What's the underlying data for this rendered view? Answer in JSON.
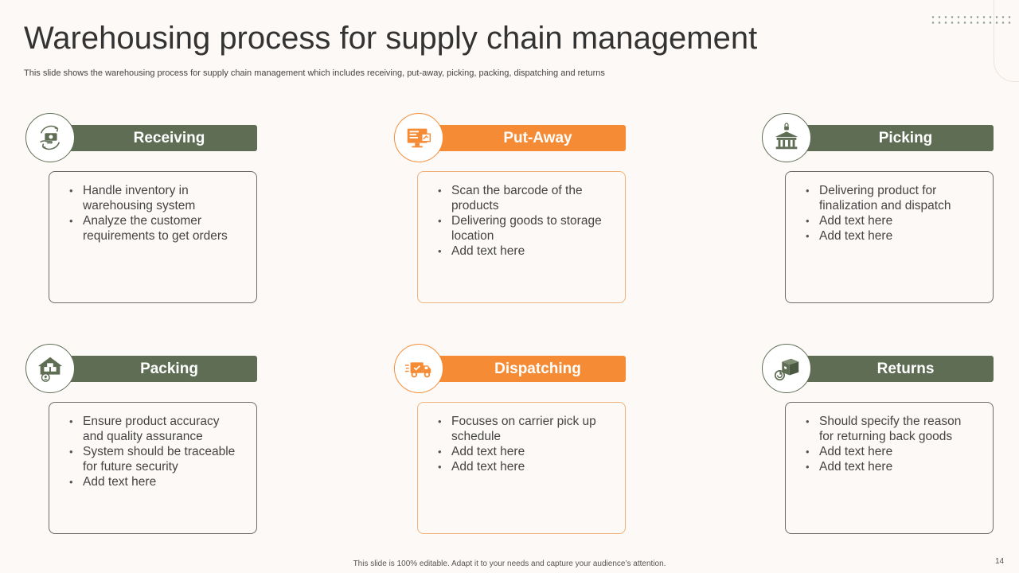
{
  "slide": {
    "title": "Warehousing process for supply chain management",
    "subtitle": "This slide shows the warehousing process for supply chain management which includes receiving, put-away, picking, packing, dispatching and returns",
    "footer": "This slide is 100% editable.  Adapt it to your needs and capture your audience’s attention.",
    "page_number": "14"
  },
  "colors": {
    "green": "#5e6d54",
    "orange": "#f58b35",
    "background": "#fdf9f6"
  },
  "steps": [
    {
      "label": "Receiving",
      "icon": "hand-money-cycle-icon",
      "theme": "green",
      "bullets": [
        "Handle inventory in warehousing system",
        "Analyze the customer requirements to get orders"
      ]
    },
    {
      "label": "Put-Away",
      "icon": "monitor-box-icon",
      "theme": "orange",
      "bullets": [
        "Scan the barcode of the products",
        "Delivering goods to storage location",
        "Add text here"
      ]
    },
    {
      "label": "Picking",
      "icon": "warehouse-lock-icon",
      "theme": "green",
      "bullets": [
        "Delivering product for finalization and dispatch",
        "Add text here",
        "Add text here"
      ]
    },
    {
      "label": "Packing",
      "icon": "house-boxes-icon",
      "theme": "green",
      "bullets": [
        "Ensure product accuracy and quality assurance",
        "System should be traceable for future security",
        "Add text here"
      ]
    },
    {
      "label": "Dispatching",
      "icon": "delivery-truck-icon",
      "theme": "orange",
      "bullets": [
        "Focuses on carrier pick up schedule",
        "Add text here",
        "Add text here"
      ]
    },
    {
      "label": "Returns",
      "icon": "box-return-icon",
      "theme": "green",
      "bullets": [
        "Should specify the reason for returning back goods",
        "Add text here",
        "Add text here"
      ]
    }
  ]
}
